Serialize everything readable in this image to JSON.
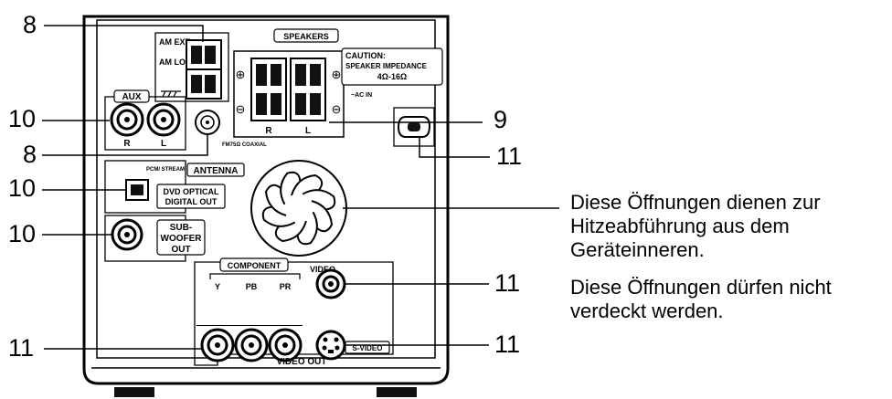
{
  "callouts": {
    "c8_top": "8",
    "c10_aux": "10",
    "c8_fm": "8",
    "c10_opt": "10",
    "c10_sub": "10",
    "c11_comp": "11",
    "c9": "9",
    "c11_ac": "11",
    "c11_video": "11",
    "c11_svideo": "11"
  },
  "panel": {
    "am_ext": "AM EXT",
    "am_loop": "AM LOOP",
    "aux": "AUX",
    "aux_r": "R",
    "aux_l": "L",
    "fm": "FM75Ω COAXIAL",
    "antenna": "ANTENNA",
    "pcm": "PCM/ STREAM",
    "dvd_optical": "DVD OPTICAL",
    "digital_out": "DIGITAL OUT",
    "sub": "SUB-",
    "woofer": "WOOFER",
    "sub_out": "OUT",
    "speakers": "SPEAKERS",
    "spk_r": "R",
    "spk_l": "L",
    "caution": "CAUTION:",
    "impedance": "SPEAKER IMPEDANCE",
    "ohms": "4Ω-16Ω",
    "ac_in": "~AC IN",
    "component": "COMPONENT",
    "comp_y": "Y",
    "comp_pb": "PB",
    "comp_pr": "PR",
    "video": "VIDEO",
    "svideo": "S-VIDEO",
    "video_out": "VIDEO  OUT"
  },
  "description": {
    "line1": "Diese Öffnungen dienen zur",
    "line2": "Hitzeabführung aus dem",
    "line3": "Geräteinneren.",
    "line4": "Diese Öffnungen dürfen nicht",
    "line5": "verdeckt werden."
  }
}
